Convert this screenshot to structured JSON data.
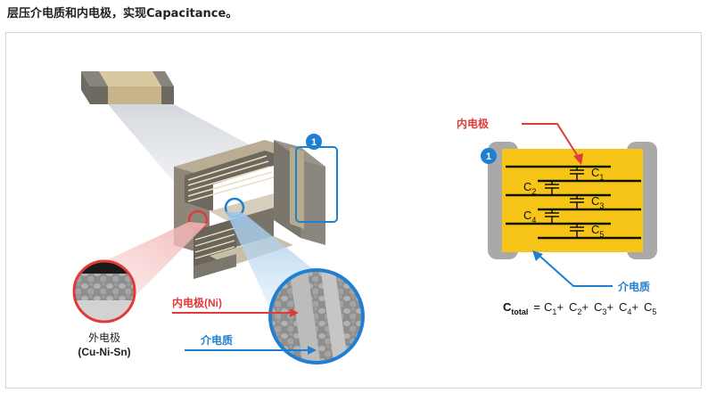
{
  "header": {
    "caption": "层压介电质和内电极，实现Capacitance。"
  },
  "left": {
    "callout_number": "1",
    "outer_electrode_label": "外电极",
    "outer_electrode_material": "(Cu-Ni-Sn)",
    "inner_electrode_label": "内电极(Ni)",
    "dielectric_label": "介电质",
    "colors": {
      "inner_electrode": "#e03a3a",
      "dielectric": "#1f7fd0",
      "callout": "#1f7fd0"
    }
  },
  "right": {
    "callout_number": "1",
    "inner_electrode_label": "内电极",
    "dielectric_label": "介电质",
    "cap_labels": [
      {
        "base": "C",
        "sub": "1"
      },
      {
        "base": "C",
        "sub": "2"
      },
      {
        "base": "C",
        "sub": "3"
      },
      {
        "base": "C",
        "sub": "4"
      },
      {
        "base": "C",
        "sub": "5"
      }
    ],
    "formula": {
      "lhs_base": "C",
      "lhs_sub": "total",
      "equals": "=",
      "terms": [
        {
          "base": "C",
          "sub": "1",
          "op": "+"
        },
        {
          "base": "C",
          "sub": "2",
          "op": "+"
        },
        {
          "base": "C",
          "sub": "3",
          "op": "+"
        },
        {
          "base": "C",
          "sub": "4",
          "op": "+"
        },
        {
          "base": "C",
          "sub": "5",
          "op": ""
        }
      ]
    },
    "colors": {
      "dielectric_fill": "#f6c518",
      "terminal": "#a9a9a9",
      "electrode": "#111111"
    }
  }
}
